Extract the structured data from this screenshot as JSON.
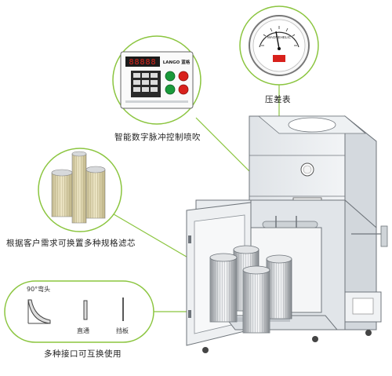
{
  "captions": {
    "gauge": "压差表",
    "controller": "智能数字脉冲控制喷吹",
    "filters": "根据客户需求可换置多种规格滤芯",
    "interfaces": "多种接口可互换使用"
  },
  "connectors": {
    "elbow": "90°弯头",
    "straight": "直通",
    "baffle": "挡板"
  },
  "gauge_brand": "MAGNEHELIC",
  "controller_brand": "LANGO 蓝格",
  "controller_display": "88888",
  "colors": {
    "leader_line": "#8bc53f",
    "cabinet": "#e9ecef",
    "cabinet_edge": "#6f757b",
    "led": "#e2241b",
    "green_button": "#1a9a3b",
    "red_button": "#d8211c"
  }
}
